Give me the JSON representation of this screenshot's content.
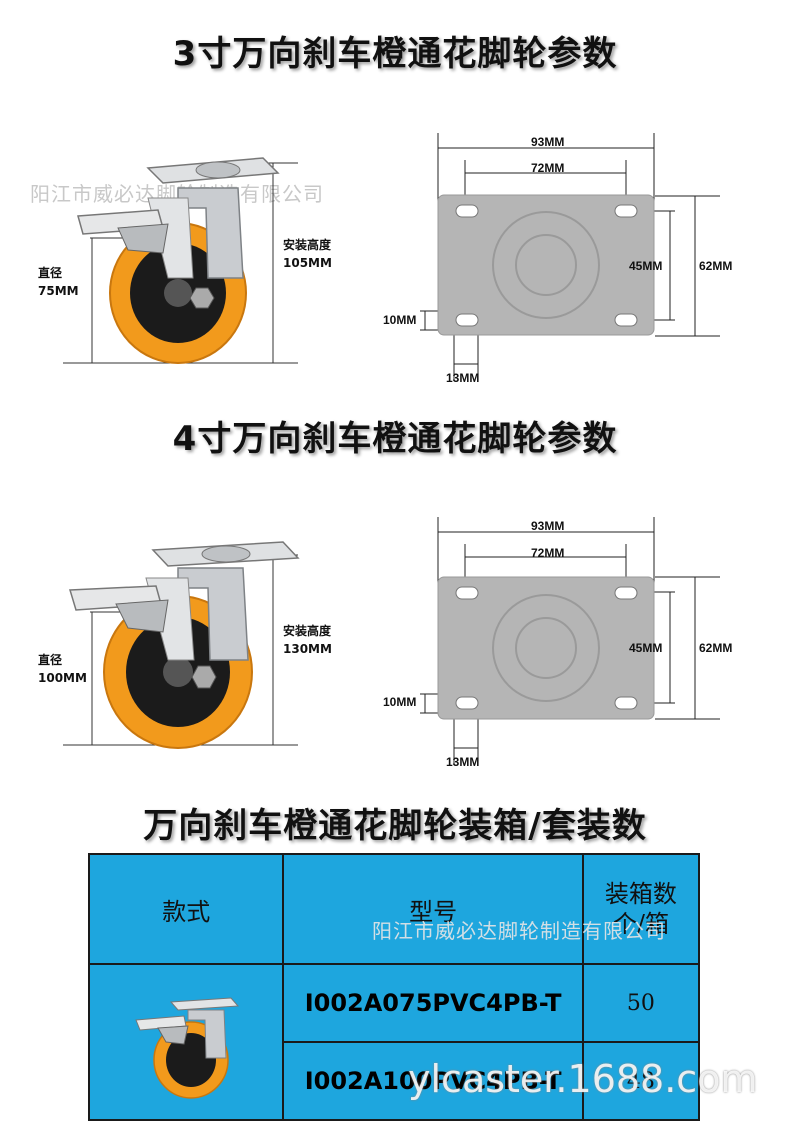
{
  "sections": [
    {
      "title": "3寸万向刹车橙通花脚轮参数",
      "diameter_label": "直径",
      "diameter_value": "75MM",
      "height_label": "安装高度",
      "height_value": "105MM",
      "plate_width": "93MM",
      "hole_spacing_x": "72MM",
      "hole_spacing_y": "45MM",
      "plate_length": "62MM",
      "slot_height": "10MM",
      "slot_width": "13MM"
    },
    {
      "title": "4寸万向刹车橙通花脚轮参数",
      "diameter_label": "直径",
      "diameter_value": "100MM",
      "height_label": "安装高度",
      "height_value": "130MM",
      "plate_width": "93MM",
      "hole_spacing_x": "72MM",
      "hole_spacing_y": "45MM",
      "plate_length": "62MM",
      "slot_height": "10MM",
      "slot_width": "13MM"
    }
  ],
  "packing": {
    "title": "万向刹车橙通花脚轮装箱/套装数",
    "headers": [
      "款式",
      "型号",
      "装箱数\n个/箱"
    ],
    "rows": [
      {
        "model": "I002A075PVC4PB-T",
        "qty": "50"
      },
      {
        "model": "I002A100PVC4PB-T",
        "qty": "48"
      }
    ]
  },
  "watermarks": {
    "company": "阳江市威必达脚轮制造有限公司",
    "url": "ylcaster.1688.com"
  },
  "colors": {
    "table_bg": "#1ea6de",
    "wheel_orange": "#f29a1c",
    "plate_gray": "#b5b5b5"
  }
}
